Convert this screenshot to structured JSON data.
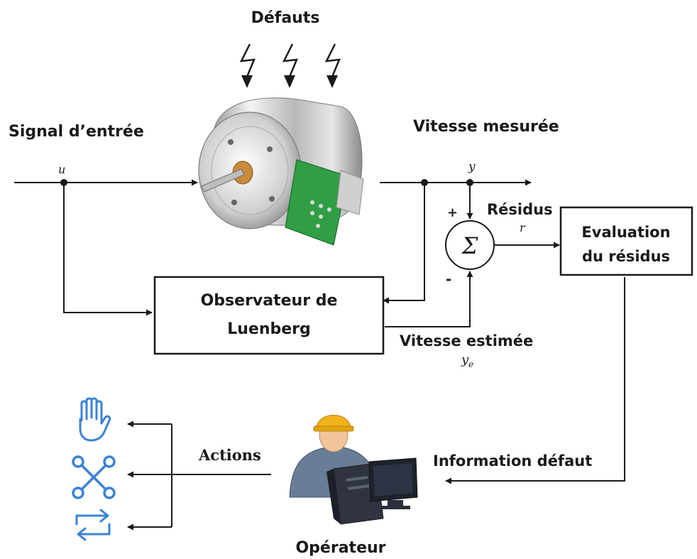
{
  "labels": {
    "defauts": "Défauts",
    "signal_entree": "Signal d’entrée",
    "vitesse_mesuree": "Vitesse mesurée",
    "residus": "Résidus",
    "vitesse_estimee": "Vitesse estimée",
    "information_defaut": "Information défaut",
    "actions": "Actions",
    "operateur": "Opérateur"
  },
  "symbols": {
    "u": "u",
    "y": "y",
    "r": "r",
    "ye_base": "y",
    "ye_sub": "e",
    "plus": "+",
    "minus": "-",
    "sigma": "Σ"
  },
  "blocks": {
    "observer_line1": "Observateur de",
    "observer_line2": "Luenberg",
    "evaluation_line1": "Evaluation",
    "evaluation_line2": "du résidus"
  },
  "icons": {
    "faults": "lightning-bolt-icon",
    "motor": "motor-icon",
    "operator": "operator-at-computer-icon",
    "stop": "hand-stop-icon",
    "repair": "tools-icon",
    "switch": "swap-arrows-icon"
  },
  "colors": {
    "line": "#1a1a1a",
    "action_icon": "#3b82d6",
    "hardhat": "#f2b21b",
    "pcb": "#2f9e44"
  }
}
